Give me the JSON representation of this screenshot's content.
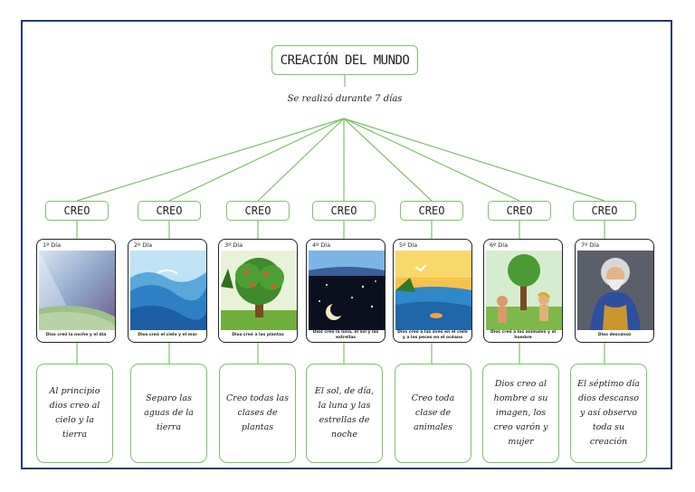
{
  "title": "CREACIÓN DEL MUNDO",
  "subtitle": "Se realizó durante 7 días",
  "colors": {
    "border": "#1f3b6e",
    "connector": "#7cc06a"
  },
  "days": [
    {
      "creo": "CREO",
      "day": "1º Día",
      "caption": "Dios creó la noche y el día",
      "description": "Al principio dios creo al cielo y la tierra",
      "scene": "light-over-earth"
    },
    {
      "creo": "CREO",
      "day": "2º Día",
      "caption": "Dios creó el cielo y el mar",
      "description": "Separo las aguas de la tierra",
      "scene": "sky-and-sea"
    },
    {
      "creo": "CREO",
      "day": "3º Día",
      "caption": "Dios creó a las plantas",
      "description": "Creo todas las clases de plantas",
      "scene": "tree"
    },
    {
      "creo": "CREO",
      "day": "4º Día",
      "caption": "Dios creó la luna, el sol y las estrellas",
      "description": "El sol, de día, la luna y las estrellas de noche",
      "scene": "moon-and-stars"
    },
    {
      "creo": "CREO",
      "day": "5º Día",
      "caption": "Dios creó a las aves en el cielo y a los peces en el océano",
      "description": "Creo toda clase de animales",
      "scene": "birds-and-fish"
    },
    {
      "creo": "CREO",
      "day": "6º Día",
      "caption": "Dios creó a los animales y al hombre",
      "description": "Dios creo al hombre a su imagen, los creo varón y mujer",
      "scene": "adam-and-eve"
    },
    {
      "creo": "CREO",
      "day": "7º Día",
      "caption": "Dios descansó",
      "description": "El séptimo día dios descanso y así observo toda su creación",
      "scene": "god-resting"
    }
  ]
}
